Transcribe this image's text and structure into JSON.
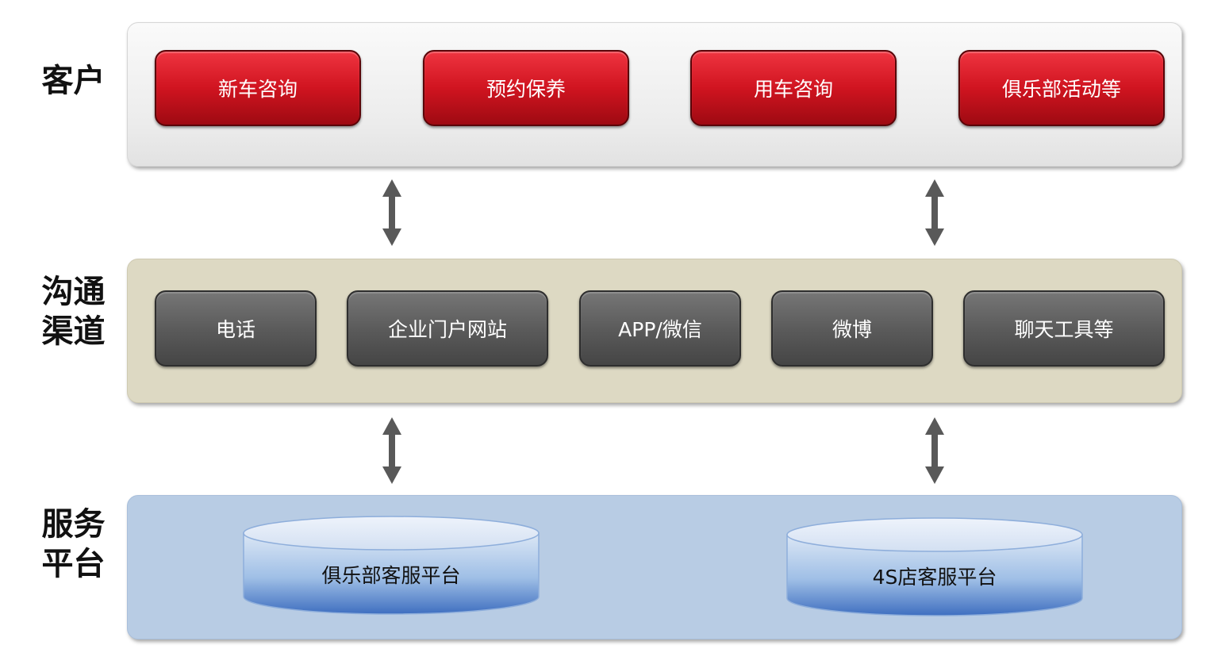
{
  "labels": {
    "customers": "客户",
    "channels": "沟通\n渠道",
    "platform": "服务\n平台"
  },
  "customers": [
    "新车咨询",
    "预约保养",
    "用车咨询",
    "俱乐部活动等"
  ],
  "channels": [
    "电话",
    "企业门户网站",
    "APP/微信",
    "微博",
    "聊天工具等"
  ],
  "platforms": [
    "俱乐部客服平台",
    "4S店客服平台"
  ],
  "colors": {
    "customer_button": "#d01420",
    "channel_button": "#595959",
    "channel_band": "#ddd9c3",
    "platform_band": "#b8cce4",
    "arrow": "#595959"
  },
  "icons": {
    "connector": "double-headed-vertical-arrow",
    "platform": "database-cylinder"
  }
}
